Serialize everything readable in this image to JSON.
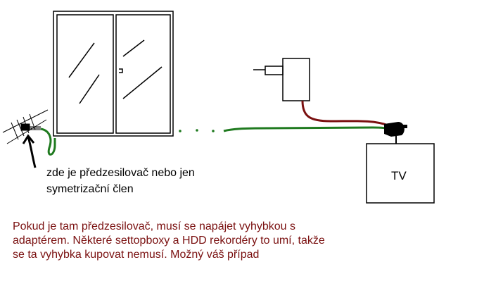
{
  "labels": {
    "tv": "TV",
    "antenna_note_line1": "zde je předzesilovač nebo jen",
    "antenna_note_line2": "symetrizační člen",
    "info_line1": "Pokud je tam předzesilovač, musí se napájet vyhybkou s",
    "info_line2": "adaptérem. Některé settopboxy a HDD rekordéry to umí, takže",
    "info_line3": "se ta vyhybka kupovat nemusí. Možný váš případ"
  },
  "colors": {
    "outline": "#000000",
    "coax_cable": "#1f7a1f",
    "power_cable": "#7a1010",
    "note_text": "#000000",
    "info_text": "#7a1010"
  },
  "icons": {
    "window": "window-icon",
    "antenna": "antenna-icon",
    "adapter": "power-adapter-icon",
    "splitter": "splitter-icon",
    "tv": "tv-icon",
    "arrow": "arrow-icon"
  }
}
